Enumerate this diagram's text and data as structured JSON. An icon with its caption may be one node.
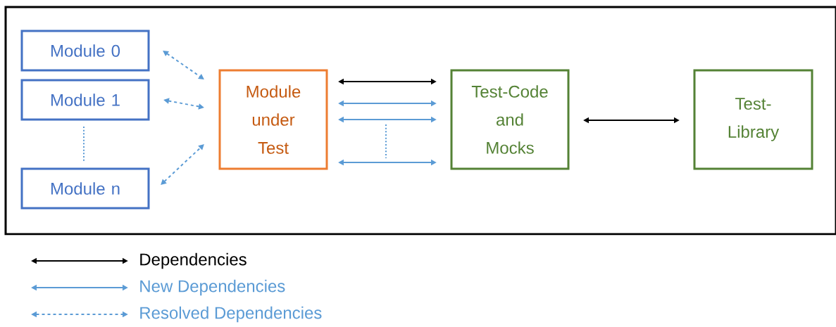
{
  "diagram": {
    "nodes": [
      {
        "text": [
          "Module 0"
        ]
      },
      {
        "text": [
          "Module 1"
        ]
      },
      {
        "text": [
          "Module n"
        ]
      },
      {
        "text": [
          "Module under Test"
        ]
      },
      {
        "text": [
          "Test-Code and Mocks"
        ]
      },
      {
        "text": [
          "Test-Library"
        ]
      }
    ],
    "edges": [
      {
        "from": 0,
        "to": 3,
        "arrow": "both",
        "style": "dashed"
      },
      {
        "from": 1,
        "to": 3,
        "arrow": "both",
        "style": "dashed"
      },
      {
        "from": 2,
        "to": 3,
        "arrow": "both",
        "style": "dashed"
      },
      {
        "from": 3,
        "to": 4,
        "arrow": "both",
        "color": "#000000"
      },
      {
        "from": 3,
        "to": 4,
        "arrow": "both"
      },
      {
        "from": 3,
        "to": 4,
        "arrow": "both"
      },
      {
        "from": 3,
        "to": 4,
        "arrow": "both"
      },
      {
        "from": 4,
        "to": 5,
        "arrow": "both",
        "color": "#000000"
      }
    ],
    "legend": [
      {
        "text": "Dependencies"
      },
      {
        "text": "New Dependencies"
      },
      {
        "text": "Resolved Dependencies"
      }
    ]
  }
}
